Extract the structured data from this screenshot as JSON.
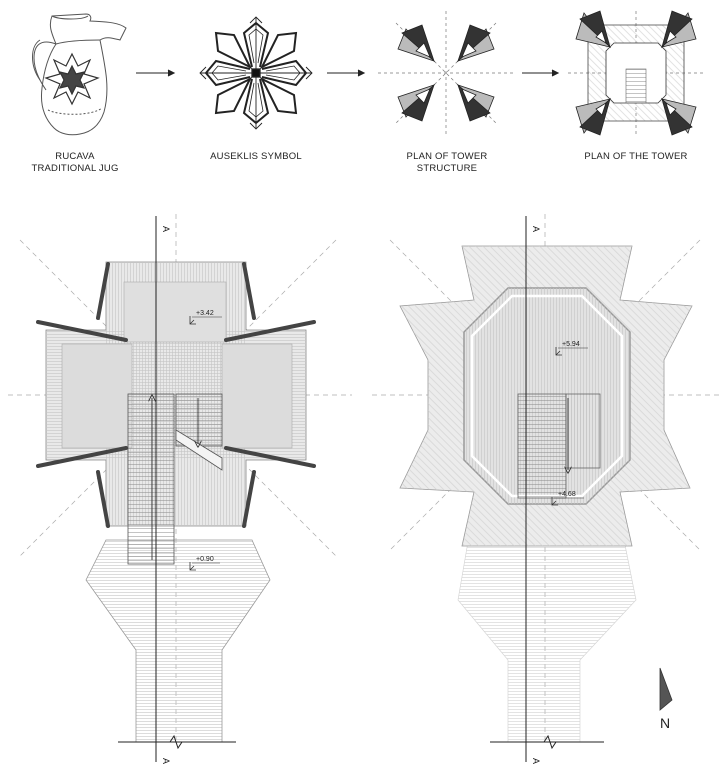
{
  "concept": {
    "steps": [
      {
        "label_line1": "RUCAVA",
        "label_line2": "TRADITIONAL JUG"
      },
      {
        "label_line1": "AUSEKLIS SYMBOL",
        "label_line2": ""
      },
      {
        "label_line1": "PLAN OF TOWER",
        "label_line2": "STRUCTURE"
      },
      {
        "label_line1": "PLAN OF  THE TOWER",
        "label_line2": ""
      }
    ]
  },
  "plans": {
    "lower": {
      "section_top": "A",
      "section_bottom": "A",
      "levels": [
        "+3.42",
        "+0.90"
      ]
    },
    "upper": {
      "section_top": "A",
      "section_bottom": "A",
      "levels": [
        "+5.94",
        "+4.68"
      ]
    }
  },
  "north_label": "N"
}
